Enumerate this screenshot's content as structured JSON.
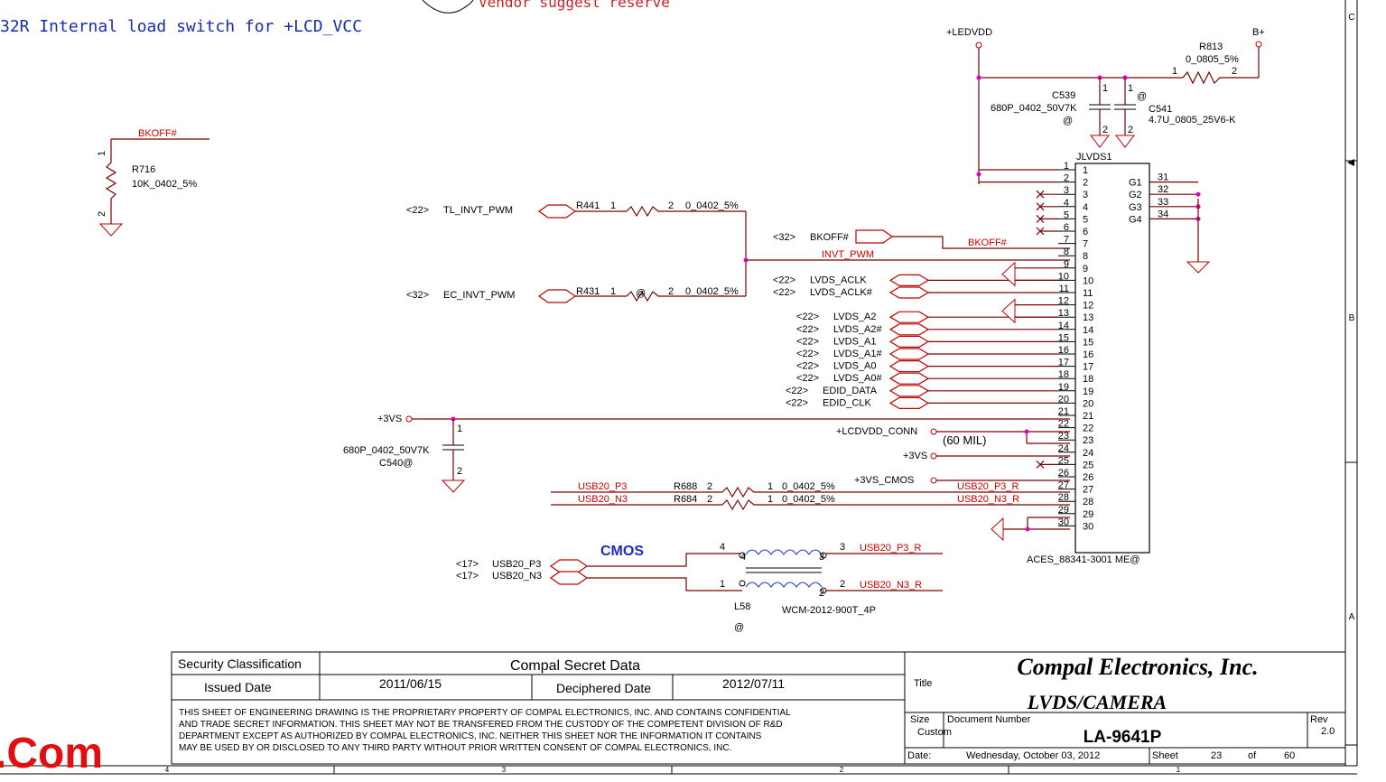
{
  "header": {
    "note_text": "32R  Internal load switch for +LCD_VCC",
    "vendor_note": "Vendor suggest reserve"
  },
  "power": {
    "ledvdd": "+LEDVDD",
    "bplus": "B+",
    "vs3_left": "+3VS",
    "lcdvdd_conn": "+LCDVDD_CONN",
    "width_note": "(60 MIL)",
    "vs3_conn": "+3VS",
    "vs3_cmos": "+3VS_CMOS"
  },
  "components": {
    "r813": {
      "ref": "R813",
      "value": "0_0805_5%",
      "p1": "1",
      "p2": "2"
    },
    "c539": {
      "ref": "C539",
      "value": "680P_0402_50V7K",
      "at": "@",
      "p1": "1",
      "p2": "2"
    },
    "c541": {
      "ref": "C541",
      "value": "4.7U_0805_25V6-K",
      "at": "@",
      "p1": "1",
      "p2": "2"
    },
    "r716": {
      "ref": "R716",
      "value": "10K_0402_5%",
      "p1": "1",
      "p2": "2"
    },
    "r441": {
      "ref": "R441",
      "value": "0_0402_5%",
      "p1": "1",
      "p2": "2"
    },
    "r431": {
      "ref": "R431",
      "value": "0_0402_5%",
      "at": "@",
      "p1": "1",
      "p2": "2"
    },
    "c540": {
      "ref": "C540@",
      "value": "680P_0402_50V7K",
      "p1": "1",
      "p2": "2"
    },
    "r688": {
      "ref": "R688",
      "value": "0_0402_5%",
      "p1": "1",
      "p2": "2"
    },
    "r684": {
      "ref": "R684",
      "value": "0_0402_5%",
      "p1": "1",
      "p2": "2"
    },
    "l58": {
      "ref": "L58",
      "value": "WCM-2012-900T_4P",
      "at": "@",
      "p1": "1",
      "p2": "2",
      "p3": "3",
      "p4": "4"
    },
    "connector": {
      "ref": "JLVDS1",
      "part": "ACES_88341-3001 ME@"
    }
  },
  "nets": {
    "bkoff_top": "BKOFF#",
    "bkoff_right": "BKOFF#",
    "invt_pwm": "INVT_PWM",
    "usb_p3": "USB20_P3",
    "usb_n3": "USB20_N3",
    "usb_p3_r": "USB20_P3_R",
    "usb_n3_r": "USB20_N3_R",
    "usb_p3_r2": "USB20_P3_R",
    "usb_n3_r2": "USB20_N3_R"
  },
  "ports": {
    "tl_invt": {
      "page": "<22>",
      "name": "TL_INVT_PWM"
    },
    "ec_invt": {
      "page": "<32>",
      "name": "EC_INVT_PWM"
    },
    "bkoff": {
      "page": "<32>",
      "name": "BKOFF#"
    },
    "lvds_aclk": {
      "page": "<22>",
      "name": "LVDS_ACLK"
    },
    "lvds_aclkn": {
      "page": "<22>",
      "name": "LVDS_ACLK#"
    },
    "lvds_a2": {
      "page": "<22>",
      "name": "LVDS_A2"
    },
    "lvds_a2n": {
      "page": "<22>",
      "name": "LVDS_A2#"
    },
    "lvds_a1": {
      "page": "<22>",
      "name": "LVDS_A1"
    },
    "lvds_a1n": {
      "page": "<22>",
      "name": "LVDS_A1#"
    },
    "lvds_a0": {
      "page": "<22>",
      "name": "LVDS_A0"
    },
    "lvds_a0n": {
      "page": "<22>",
      "name": "LVDS_A0#"
    },
    "edid_data": {
      "page": "<22>",
      "name": "EDID_DATA"
    },
    "edid_clk": {
      "page": "<22>",
      "name": "EDID_CLK"
    },
    "usb_p3": {
      "page": "<17>",
      "name": "USB20_P3"
    },
    "usb_n3": {
      "page": "<17>",
      "name": "USB20_N3"
    }
  },
  "cmos_label": "CMOS",
  "connector_pins": [
    "1",
    "2",
    "3",
    "4",
    "5",
    "6",
    "7",
    "8",
    "9",
    "10",
    "11",
    "12",
    "13",
    "14",
    "15",
    "16",
    "17",
    "18",
    "19",
    "20",
    "21",
    "22",
    "23",
    "24",
    "25",
    "26",
    "27",
    "28",
    "29",
    "30"
  ],
  "connector_gnd_pins": [
    {
      "label": "G1",
      "num": "31"
    },
    {
      "label": "G2",
      "num": "32"
    },
    {
      "label": "G3",
      "num": "33"
    },
    {
      "label": "G4",
      "num": "34"
    }
  ],
  "title_block": {
    "security_label": "Security Classification",
    "security_value": "Compal Secret Data",
    "issued_label": "Issued Date",
    "issued_value": "2011/06/15",
    "deciphered_label": "Deciphered Date",
    "deciphered_value": "2012/07/11",
    "disclaimer": [
      "THIS SHEET OF ENGINEERING DRAWING IS THE PROPRIETARY PROPERTY OF COMPAL ELECTRONICS, INC. AND CONTAINS CONFIDENTIAL",
      "AND TRADE SECRET INFORMATION. THIS SHEET MAY NOT BE TRANSFERED FROM THE CUSTODY OF THE COMPETENT DIVISION OF R&D",
      "DEPARTMENT EXCEPT AS AUTHORIZED BY COMPAL ELECTRONICS, INC. NEITHER THIS SHEET NOR THE INFORMATION IT CONTAINS",
      "MAY BE USED BY OR DISCLOSED TO ANY THIRD PARTY WITHOUT PRIOR WRITTEN CONSENT OF COMPAL ELECTRONICS, INC."
    ],
    "company": "Compal Electronics, Inc.",
    "title_label": "Title",
    "title_value": "LVDS/CAMERA",
    "size_label": "Size",
    "size_value": "Custom",
    "docnum_label": "Document Number",
    "docnum_value": "LA-9641P",
    "rev_label": "Rev",
    "rev_value": "2.0",
    "date_label": "Date:",
    "date_value": "Wednesday, October 03, 2012",
    "sheet_label": "Sheet",
    "sheet_value": "23",
    "of_label": "of",
    "of_value": "60"
  },
  "border": {
    "right_letters": [
      "C",
      "B",
      "A"
    ],
    "bottom_numbers": [
      "4",
      "3",
      "2",
      "1"
    ]
  },
  "watermark": ".Com",
  "colors": {
    "wire": "#7a0000",
    "net_label": "#d00000",
    "junction": "#e000c0",
    "header_text": "#1a2db0",
    "cmos": "#1a2ad0",
    "watermark": "#e01010"
  }
}
